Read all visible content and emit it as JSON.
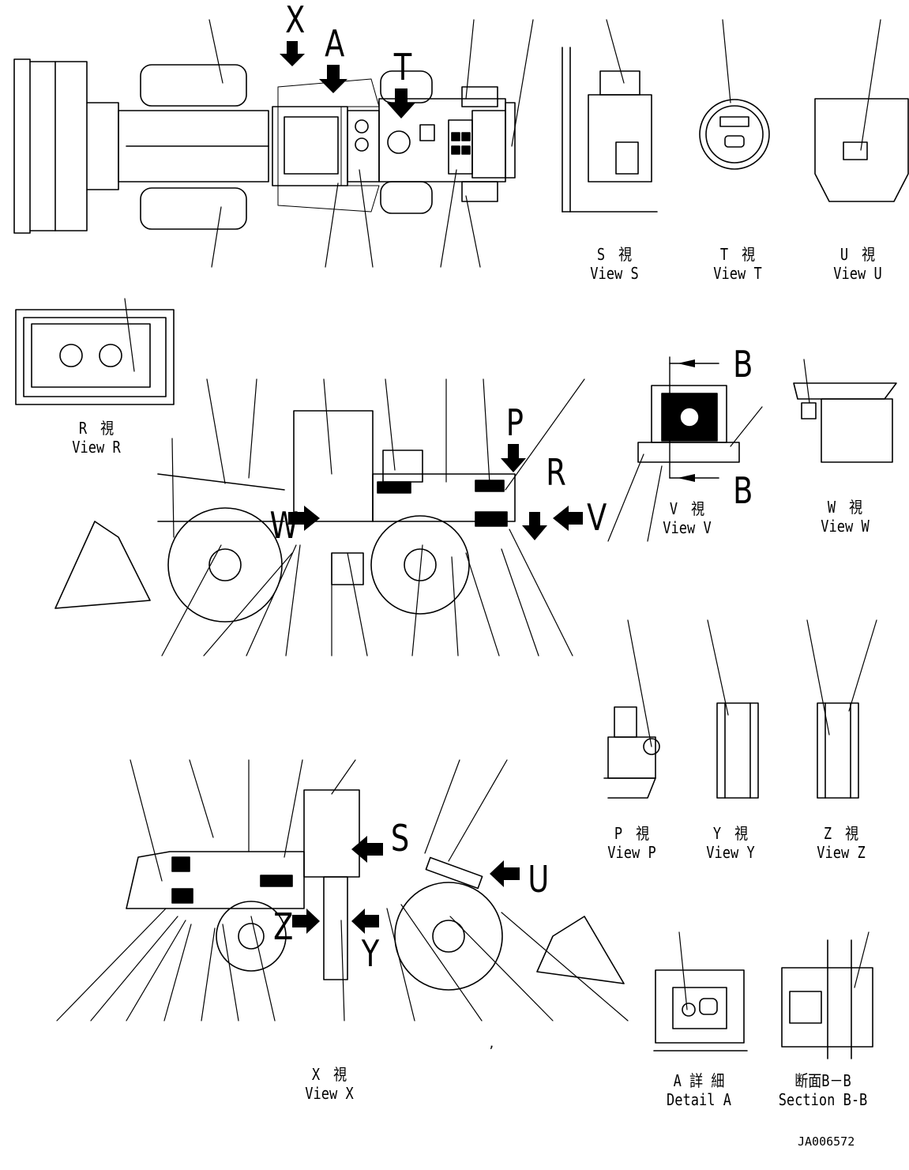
{
  "letters": {
    "x": "X",
    "a": "A",
    "t": "T",
    "p": "P",
    "r": "R",
    "v": "V",
    "w": "W",
    "b1": "B",
    "b2": "B",
    "s": "S",
    "u": "U",
    "z": "Z",
    "y": "Y"
  },
  "views": {
    "s": {
      "jp": "S　視",
      "en": "View S"
    },
    "t": {
      "jp": "T　視",
      "en": "View T"
    },
    "u": {
      "jp": "U　視",
      "en": "View U"
    },
    "r": {
      "jp": "R　視",
      "en": "View R"
    },
    "v": {
      "jp": "V　視",
      "en": "View V"
    },
    "w": {
      "jp": "W　視",
      "en": "View W"
    },
    "p": {
      "jp": "P　視",
      "en": "View P"
    },
    "y": {
      "jp": "Y　視",
      "en": "View Y"
    },
    "z": {
      "jp": "Z　視",
      "en": "View Z"
    },
    "x": {
      "jp": "X　視",
      "en": "View X"
    },
    "detail_a": {
      "jp": "A 詳 細",
      "en": "Detail A"
    },
    "section_bb": {
      "jp": "断面B－B",
      "en": "Section B-B"
    }
  },
  "drawing_code": "JA006572",
  "stray_mark": ","
}
